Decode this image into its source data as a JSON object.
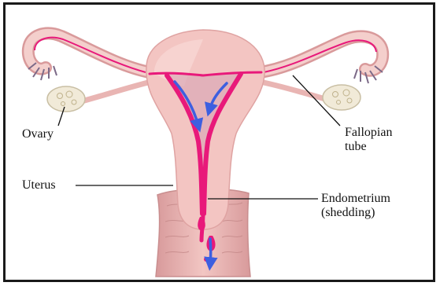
{
  "labels": {
    "ovary": "Ovary",
    "fallopian_tube": [
      "Fallopian",
      "tube"
    ],
    "uterus": "Uterus",
    "endometrium": [
      "Endometrium",
      "(shedding)"
    ]
  },
  "colors": {
    "tissue": "#f3c5c2",
    "tissue_shade": "#e4a3a3",
    "endometrium": "#e8197a",
    "flow_arrow": "#3d5fe0",
    "ovary": "#f1ead8",
    "leader_line": "#111111",
    "frame": "#1a1a1a"
  }
}
